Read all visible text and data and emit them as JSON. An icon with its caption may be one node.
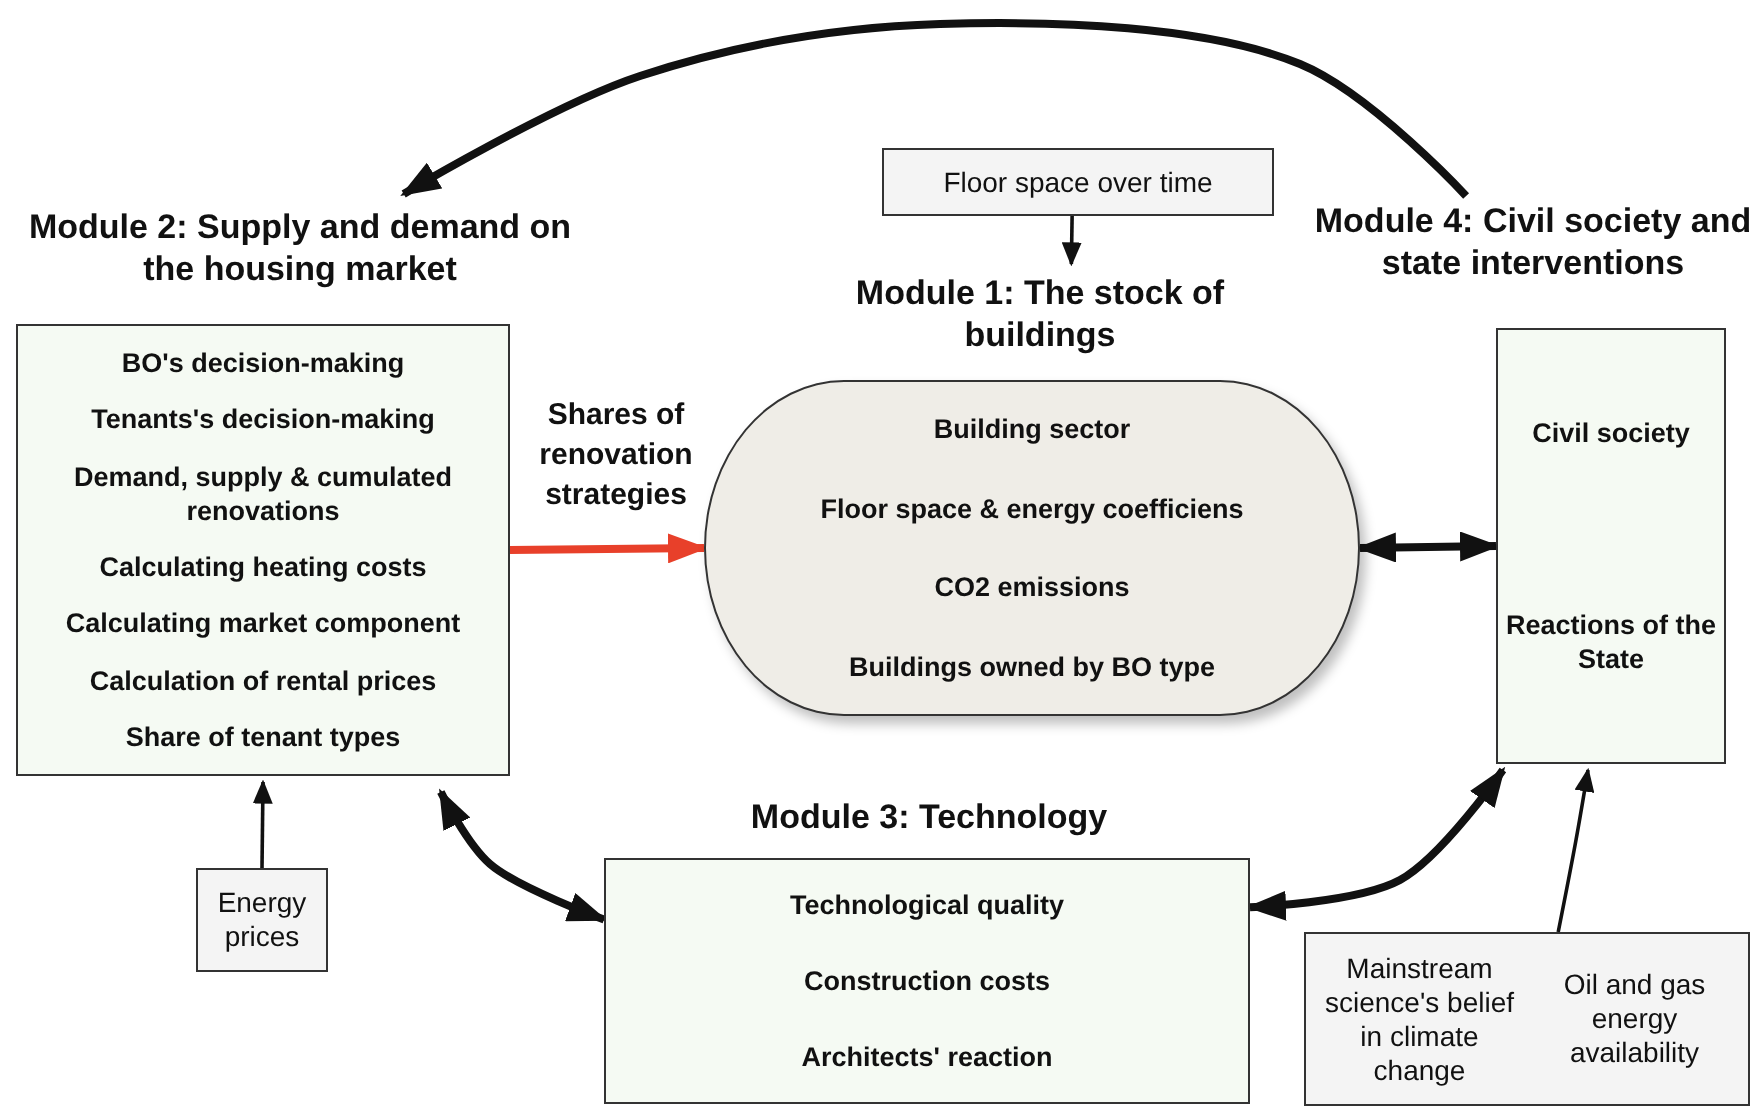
{
  "diagram": {
    "nodes": [
      {
        "text": [
          "Floor space over time"
        ]
      },
      {
        "text": [
          "Module 2: Supply and demand on the housing market",
          "BO's decision-making",
          "Tenants's decision-making",
          "Demand, supply & cumulated renovations",
          "Calculating heating costs",
          "Calculating market component",
          "Calculation of rental prices",
          "Share of tenant types"
        ]
      },
      {
        "text": [
          "Module 1: The stock of buildings",
          "Building sector",
          "Floor space & energy coefficiens",
          "CO2 emissions",
          "Buildings owned by BO type"
        ]
      },
      {
        "text": [
          "Module 4: Civil society and state interventions",
          "Civil society",
          "Reactions of the State"
        ]
      },
      {
        "text": [
          "Energy prices"
        ]
      },
      {
        "text": [
          "Module 3: Technology",
          "Technological quality",
          "Construction costs",
          "Architects' reaction"
        ]
      },
      {
        "text": [
          "Mainstream science's belief in climate change",
          "Oil and gas energy availability"
        ]
      }
    ],
    "edges": [
      {
        "from": 3,
        "to": 1,
        "arrow": "to"
      },
      {
        "from": 0,
        "to": 2,
        "arrow": "to"
      },
      {
        "from": 1,
        "to": 2,
        "arrow": "to",
        "label": "Shares of renovation strategies",
        "color": "#e8402a"
      },
      {
        "from": 2,
        "to": 3,
        "arrow": "both"
      },
      {
        "from": 4,
        "to": 1,
        "arrow": "to"
      },
      {
        "from": 1,
        "to": 5,
        "arrow": "both"
      },
      {
        "from": 5,
        "to": 3,
        "arrow": "both"
      },
      {
        "from": 6,
        "to": 3,
        "arrow": "to"
      }
    ]
  }
}
